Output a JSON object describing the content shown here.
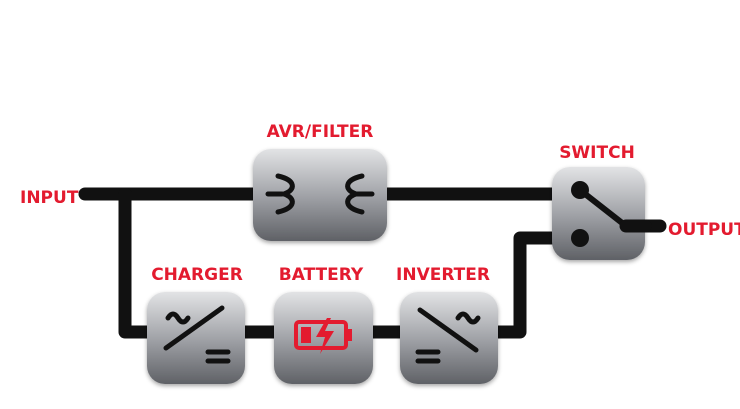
{
  "labels": {
    "input": "INPUT",
    "output": "OUTPUT",
    "avr_filter": "AVR/FILTER",
    "switch": "SWITCH",
    "charger": "CHARGER",
    "battery": "BATTERY",
    "inverter": "INVERTER"
  },
  "colors": {
    "label_red": "#e31b2f",
    "line_black": "#111111",
    "box_top": "#e2e3e5",
    "box_bottom": "#5f6166"
  },
  "icons": {
    "avr_filter": "filter-coil-icon",
    "switch": "transfer-switch-icon",
    "charger": "ac-to-dc-icon",
    "battery": "battery-charging-icon",
    "inverter": "dc-to-ac-icon"
  }
}
